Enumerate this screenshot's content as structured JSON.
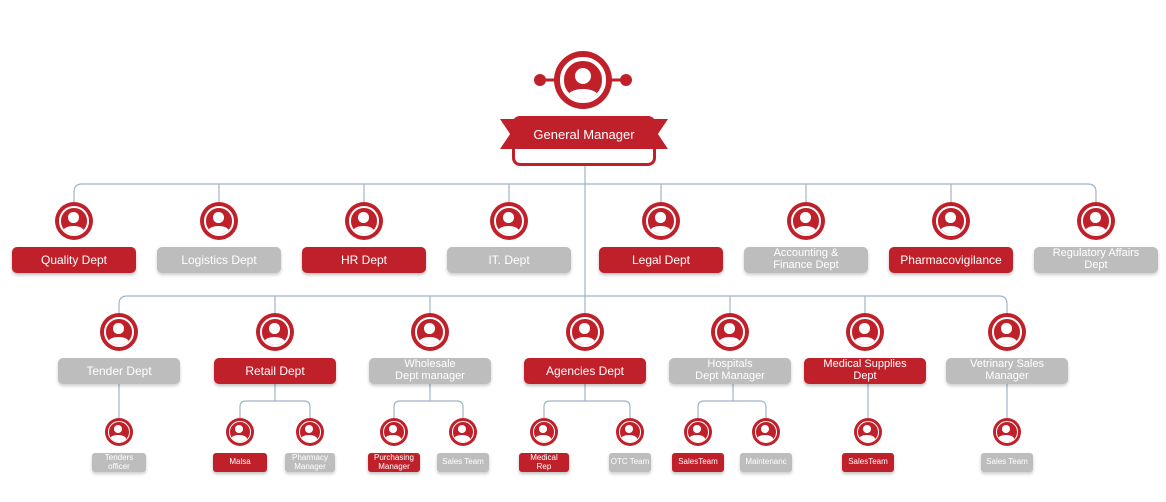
{
  "general_manager": {
    "label": "General Manager"
  },
  "departments_row1": [
    {
      "label": "Quality Dept",
      "style": "red"
    },
    {
      "label": "Logistics Dept",
      "style": "grey"
    },
    {
      "label": "HR Dept",
      "style": "red"
    },
    {
      "label": "IT. Dept",
      "style": "grey"
    },
    {
      "label": "Legal Dept",
      "style": "red"
    },
    {
      "label": "Accounting &\nFinance Dept",
      "style": "grey"
    },
    {
      "label": "Pharmacovigilance",
      "style": "red"
    },
    {
      "label": "Regulatory Affairs\nDept",
      "style": "grey"
    }
  ],
  "departments_row2": [
    {
      "label": "Tender Dept",
      "style": "grey"
    },
    {
      "label": "Retail Dept",
      "style": "red"
    },
    {
      "label": "Wholesale\nDept manager",
      "style": "grey"
    },
    {
      "label": "Agencies Dept",
      "style": "red"
    },
    {
      "label": "Hospitals\nDept Manager",
      "style": "grey"
    },
    {
      "label": "Medical Supplies\nDept",
      "style": "red"
    },
    {
      "label": "Vetrinary Sales\nManager",
      "style": "grey"
    }
  ],
  "teams_row3": [
    {
      "label": "Tenders\nofficer",
      "style": "grey"
    },
    {
      "label": "Malsa",
      "style": "red"
    },
    {
      "label": "Pharmacy\nManager",
      "style": "grey"
    },
    {
      "label": "Purchasing\nManager",
      "style": "red"
    },
    {
      "label": "Sales Team",
      "style": "grey"
    },
    {
      "label": "Medical\nRep",
      "style": "red"
    },
    {
      "label": "OTC Team",
      "style": "grey"
    },
    {
      "label": "SalesTeam",
      "style": "red"
    },
    {
      "label": "Maintenanc",
      "style": "grey"
    },
    {
      "label": "SalesTeam",
      "style": "red"
    },
    {
      "label": "Sales Team",
      "style": "grey"
    }
  ],
  "icons": {
    "node": "person-icon"
  },
  "colors": {
    "primary": "#c0202a",
    "secondary": "#bdbdbd",
    "connector": "#9fb3c8"
  }
}
